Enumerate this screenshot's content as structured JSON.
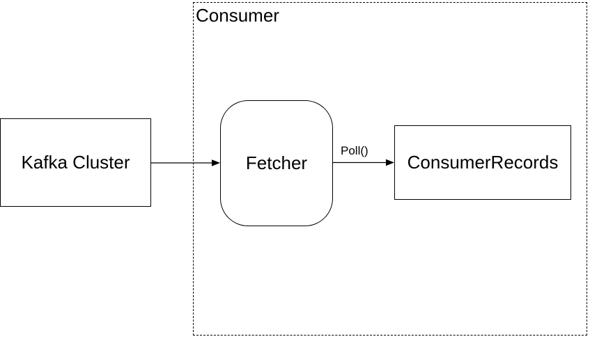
{
  "diagram": {
    "container": {
      "label": "Consumer"
    },
    "nodes": [
      {
        "id": "kafka-cluster",
        "label": "Kafka Cluster",
        "shape": "rectangle"
      },
      {
        "id": "fetcher",
        "label": "Fetcher",
        "shape": "rounded-rectangle"
      },
      {
        "id": "consumer-records",
        "label": "ConsumerRecords",
        "shape": "rectangle"
      }
    ],
    "edges": [
      {
        "from": "kafka-cluster",
        "to": "fetcher",
        "label": ""
      },
      {
        "from": "fetcher",
        "to": "consumer-records",
        "label": "Poll()"
      }
    ],
    "colors": {
      "stroke": "#000000",
      "fill": "#ffffff",
      "background": "#ffffff",
      "text": "#000000"
    }
  }
}
